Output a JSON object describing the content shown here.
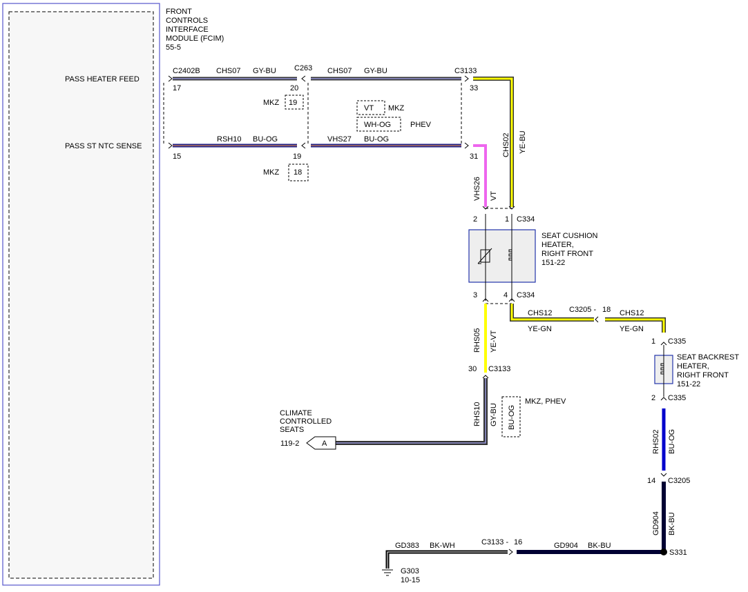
{
  "module": {
    "title_lines": [
      "FRONT",
      "CONTROLS",
      "INTERFACE",
      "MODULE (FCIM)",
      "55-5"
    ]
  },
  "signals": {
    "pass_heater_feed": "PASS HEATER FEED",
    "pass_st_ntc_sense": "PASS ST NTC SENSE"
  },
  "pins": {
    "c2402b_17": "17",
    "c2402b_15": "15",
    "c263_20": "20",
    "c263_19": "19",
    "c3133_33": "33",
    "c3133_31": "31",
    "c334_2": "2",
    "c334_1": "1",
    "c334_3": "3",
    "c334_4": "4",
    "c3133_30": "30",
    "c335_1": "1",
    "c335_2": "2",
    "c3205_14": "14"
  },
  "connectors": {
    "c2402b": "C2402B",
    "c263": "C263",
    "c3133_top": "C3133",
    "c334_top": "C334",
    "c334_bottom": "C334",
    "c3205_inline": "C3205 -",
    "c3205_inline_pin": "18",
    "c3133_mid": "C3133",
    "c335_top": "C335",
    "c335_bottom": "C335",
    "c3205_bottom": "C3205",
    "c3133_inline": "C3133 -",
    "c3133_inline_pin": "16",
    "s331": "S331"
  },
  "alternates": {
    "mkz": "MKZ",
    "mkz_19": "19",
    "mkz_18": "18",
    "vt": "VT",
    "wh_og": "WH-OG",
    "phev": "PHEV",
    "bu_og": "BU-OG",
    "mkz_phev": "MKZ, PHEV"
  },
  "circuits": {
    "chs07_a": "CHS07",
    "gy_bu_a": "GY-BU",
    "chs07_b": "CHS07",
    "gy_bu_b": "GY-BU",
    "rsh10": "RSH10",
    "bu_og_a": "BU-OG",
    "vhs27": "VHS27",
    "bu_og_b": "BU-OG",
    "chs02": "CHS02",
    "ye_bu": "YE-BU",
    "vhs26": "VHS26",
    "vt": "VT",
    "rhs05": "RHS05",
    "ye_vt": "YE-VT",
    "chs12_a": "CHS12",
    "ye_gn_a": "YE-GN",
    "chs12_b": "CHS12",
    "ye_gn_b": "YE-GN",
    "rhs10": "RHS10",
    "gy_bu_c": "GY-BU",
    "rhs02": "RHS02",
    "bu_og_c": "BU-OG",
    "gd904_v": "GD904",
    "bk_bu_v": "BK-BU",
    "gd383": "GD383",
    "bk_wh": "BK-WH",
    "gd904_h": "GD904",
    "bk_bu_h": "BK-BU"
  },
  "components": {
    "seat_cushion_heater": [
      "SEAT CUSHION",
      "HEATER,",
      "RIGHT FRONT",
      "151-22"
    ],
    "seat_backrest_heater": [
      "SEAT BACKREST",
      "HEATER,",
      "RIGHT FRONT",
      "151-22"
    ],
    "climate_controlled_seats": [
      "CLIMATE",
      "CONTROLLED",
      "SEATS"
    ],
    "ccs_ref": "119-2",
    "ccs_connector": "A",
    "ground": "G303",
    "ground_ref": "10-15"
  },
  "colors": {
    "module_border": "#5555cc",
    "gy_bu_stripe": "#6666cc",
    "bu_og_main": "#222288",
    "yellow": "#ffff00",
    "violet": "#ee66ee",
    "blue": "#0000cc",
    "black": "#000000",
    "component_fill": "#eeeeee",
    "component_border": "#2233aa"
  }
}
